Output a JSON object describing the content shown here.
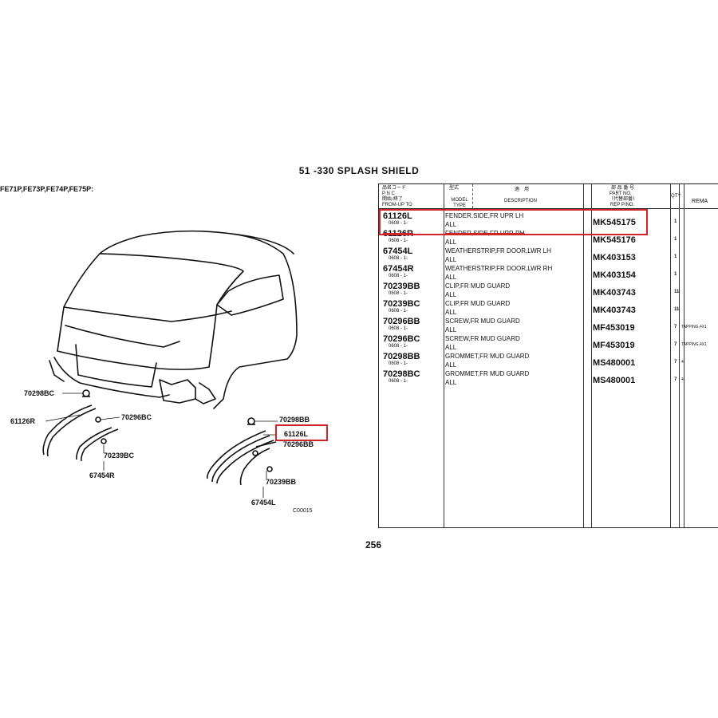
{
  "header": {
    "title": "51 -330   SPLASH SHIELD",
    "models": "FE71P,FE73P,FE74P,FE75P:"
  },
  "diagram": {
    "labels": {
      "a": "70298BC",
      "b": "61126R",
      "c": "70296BC",
      "d": "70239BC",
      "e": "67454R",
      "f": "70298BB",
      "g": "61126L",
      "h": "70296BB",
      "i": "70239BB",
      "j": "67454L",
      "k": "C00015"
    }
  },
  "table": {
    "headers": {
      "pnc_jp": "品名コード",
      "pnc": "P N C",
      "from_jp": "開始-終了",
      "from": "FROM-UP TO",
      "model_jp": "型式",
      "model": "MODEL TYPE",
      "desc_jp": "適　用",
      "desc": "DESCRIPTION",
      "part_jp": "部 品 番 号",
      "part": "PART NO.",
      "rep_jp": "（代替部番）",
      "rep": "REP P/NO.",
      "qty": "QTY",
      "remarks": "REMA"
    },
    "rows": [
      {
        "pnc": "61126L",
        "from": "0608 - 1-",
        "desc": "FENDER,SIDE,FR UPR LH",
        "model": "ALL",
        "part_no": "MK545175",
        "qty": "1",
        "remarks": ""
      },
      {
        "pnc": "61126R",
        "from": "0608 - 1-",
        "desc": "FENDER,SIDE,FR UPR RH",
        "model": "ALL",
        "part_no": "MK545176",
        "qty": "1",
        "remarks": ""
      },
      {
        "pnc": "67454L",
        "from": "0608 - 1-",
        "desc": "WEATHERSTRIP,FR DOOR,LWR LH",
        "model": "ALL",
        "part_no": "MK403153",
        "qty": "1",
        "remarks": ""
      },
      {
        "pnc": "67454R",
        "from": "0608 - 1-",
        "desc": "WEATHERSTRIP,FR DOOR,LWR RH",
        "model": "ALL",
        "part_no": "MK403154",
        "qty": "1",
        "remarks": ""
      },
      {
        "pnc": "70239BB",
        "from": "0608 - 1-",
        "desc": "CLIP,FR MUD GUARD",
        "model": "ALL",
        "part_no": "MK403743",
        "qty": "11",
        "remarks": ""
      },
      {
        "pnc": "70239BC",
        "from": "0608 - 1-",
        "desc": "CLIP,FR MUD GUARD",
        "model": "ALL",
        "part_no": "MK403743",
        "qty": "11",
        "remarks": ""
      },
      {
        "pnc": "70296BB",
        "from": "0608 - 1-",
        "desc": "SCREW,FR MUD GUARD",
        "model": "ALL",
        "part_no": "MF453019",
        "qty": "7",
        "remarks": "TAPPING,4X1"
      },
      {
        "pnc": "70296BC",
        "from": "0608 - 1-",
        "desc": "SCREW,FR MUD GUARD",
        "model": "ALL",
        "part_no": "MF453019",
        "qty": "7",
        "remarks": "TAPPING,4X1"
      },
      {
        "pnc": "70298BB",
        "from": "0608 - 1-",
        "desc": "GROMMET,FR MUD GUARD",
        "model": "ALL",
        "part_no": "MS480001",
        "qty": "7",
        "remarks": "4"
      },
      {
        "pnc": "70298BC",
        "from": "0608 - 1-",
        "desc": "GROMMET,FR MUD GUARD",
        "model": "ALL",
        "part_no": "MS480001",
        "qty": "7",
        "remarks": "4"
      }
    ]
  },
  "footer": {
    "page_number": "256"
  },
  "colors": {
    "highlight": "#d2232a"
  }
}
